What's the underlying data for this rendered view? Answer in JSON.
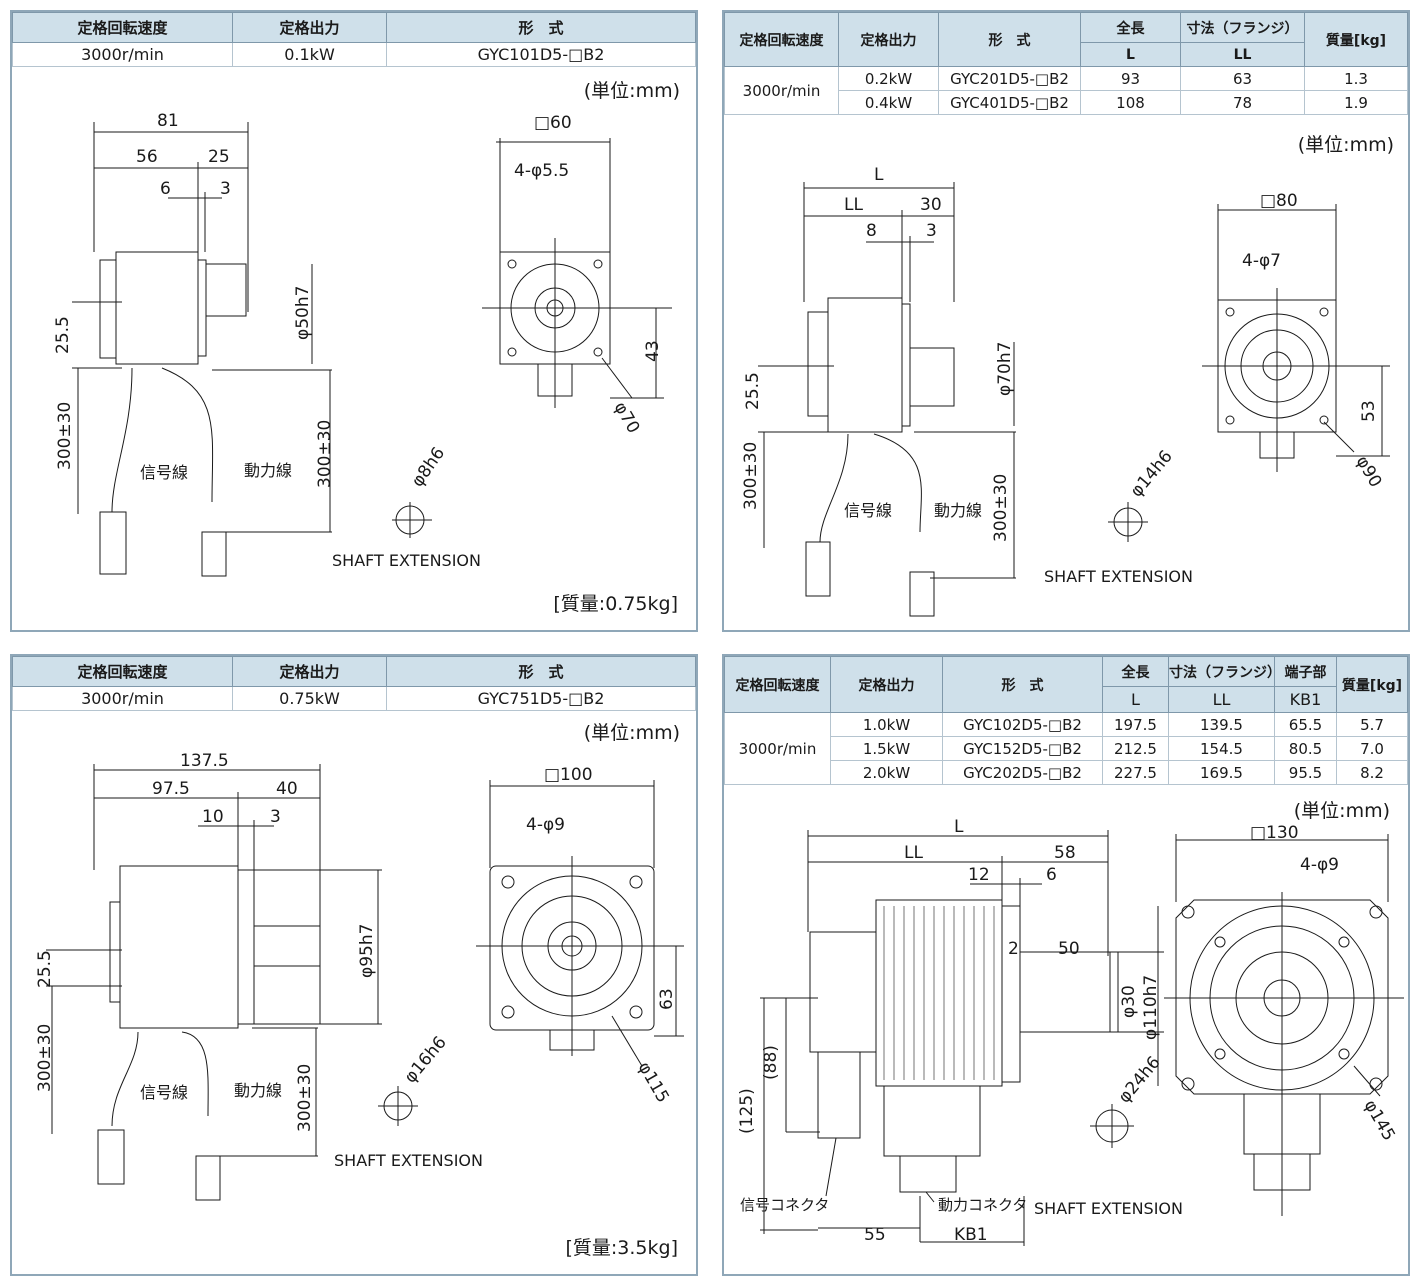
{
  "panel1": {
    "headers": [
      "定格回転速度",
      "定格出力",
      "形　式"
    ],
    "row": [
      "3000r/min",
      "0.1kW",
      "GYC101D5-□B2"
    ],
    "unit": "(単位:mm)",
    "mass": "[質量:0.75kg]",
    "dims": {
      "L": "81",
      "LL": "56",
      "KL": "25",
      "a": "6",
      "b": "3",
      "h": "25.5",
      "shaft_dia": "φ50h7",
      "cable1": "300±30",
      "cable2": "300±30",
      "sig": "信号線",
      "pwr": "動力線",
      "flange": "□60",
      "holes": "4-φ5.5",
      "ht": "43",
      "pcd": "φ70",
      "shaft": "φ8h6",
      "ext": "SHAFT EXTENSION"
    }
  },
  "panel2": {
    "headers": [
      "定格回転速度",
      "定格出力",
      "形　式",
      "全長",
      "寸法（フランジ）",
      "質量[kg]"
    ],
    "subheaders": [
      "L",
      "LL"
    ],
    "speed": "3000r/min",
    "rows": [
      [
        "0.2kW",
        "GYC201D5-□B2",
        "93",
        "63",
        "1.3"
      ],
      [
        "0.4kW",
        "GYC401D5-□B2",
        "108",
        "78",
        "1.9"
      ]
    ],
    "unit": "(単位:mm)",
    "dims": {
      "L": "L",
      "LL": "LL",
      "KL": "30",
      "a": "8",
      "b": "3",
      "h": "25.5",
      "shaft_dia": "φ70h7",
      "cable1": "300±30",
      "cable2": "300±30",
      "sig": "信号線",
      "pwr": "動力線",
      "flange": "□80",
      "holes": "4-φ7",
      "ht": "53",
      "pcd": "φ90",
      "shaft": "φ14h6",
      "ext": "SHAFT EXTENSION"
    }
  },
  "panel3": {
    "headers": [
      "定格回転速度",
      "定格出力",
      "形　式"
    ],
    "row": [
      "3000r/min",
      "0.75kW",
      "GYC751D5-□B2"
    ],
    "unit": "(単位:mm)",
    "mass": "[質量:3.5kg]",
    "dims": {
      "L": "137.5",
      "LL": "97.5",
      "KL": "40",
      "a": "10",
      "b": "3",
      "h": "25.5",
      "shaft_dia": "φ95h7",
      "cable1": "300±30",
      "cable2": "300±30",
      "sig": "信号線",
      "pwr": "動力線",
      "flange": "□100",
      "holes": "4-φ9",
      "ht": "63",
      "pcd": "φ115",
      "shaft": "φ16h6",
      "ext": "SHAFT EXTENSION"
    }
  },
  "panel4": {
    "headers": [
      "定格回転速度",
      "定格出力",
      "形　式",
      "全長",
      "寸法（フランジ）",
      "端子部",
      "質量[kg]"
    ],
    "subheaders": [
      "L",
      "LL",
      "KB1"
    ],
    "speed": "3000r/min",
    "rows": [
      [
        "1.0kW",
        "GYC102D5-□B2",
        "197.5",
        "139.5",
        "65.5",
        "5.7"
      ],
      [
        "1.5kW",
        "GYC152D5-□B2",
        "212.5",
        "154.5",
        "80.5",
        "7.0"
      ],
      [
        "2.0kW",
        "GYC202D5-□B2",
        "227.5",
        "169.5",
        "95.5",
        "8.2"
      ]
    ],
    "unit": "(単位:mm)",
    "dims": {
      "L": "L",
      "LL": "LL",
      "KL": "58",
      "a": "12",
      "b": "6",
      "c": "2",
      "d": "50",
      "shaft_dia": "φ30",
      "flange_dia": "φ110h7",
      "h125": "(125)",
      "h88": "(88)",
      "sigc": "信号コネクタ",
      "pwrc": "動力コネクタ",
      "w55": "55",
      "kb1": "KB1",
      "flange": "□130",
      "holes": "4-φ9",
      "pcd": "φ145",
      "shaft": "φ24h6",
      "ext": "SHAFT EXTENSION"
    }
  }
}
